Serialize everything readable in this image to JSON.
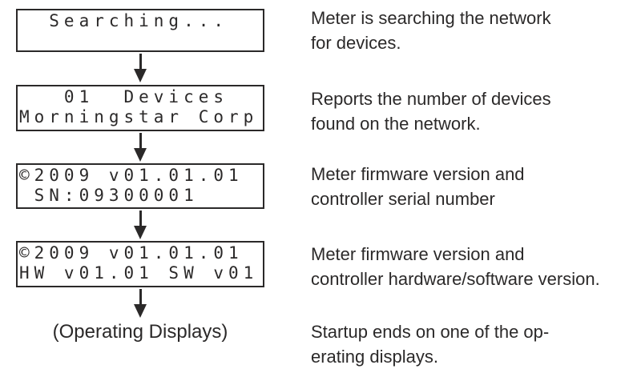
{
  "figure": {
    "steps": [
      {
        "lcd_line1": "  Searching...",
        "lcd_line2": "",
        "description": "Meter is searching the network\nfor devices."
      },
      {
        "lcd_line1": "   01  Devices",
        "lcd_line2": "Morningstar Corp",
        "description": "Reports the number of devices\nfound on the network."
      },
      {
        "lcd_line1": "©2009 v01.01.01",
        "lcd_line2": " SN:09300001",
        "description": "Meter firmware version and\ncontroller serial number"
      },
      {
        "lcd_line1": "©2009 v01.01.01",
        "lcd_line2": "HW v01.01 SW v01",
        "description": "Meter firmware version and\ncontroller hardware/software version."
      }
    ],
    "terminal_label": "(Operating Displays)",
    "terminal_description": "Startup ends on one of the op-\nerating displays.",
    "colors": {
      "text": "#2b2929",
      "lcd_border": "#2b2929",
      "background": "#ffffff"
    }
  }
}
